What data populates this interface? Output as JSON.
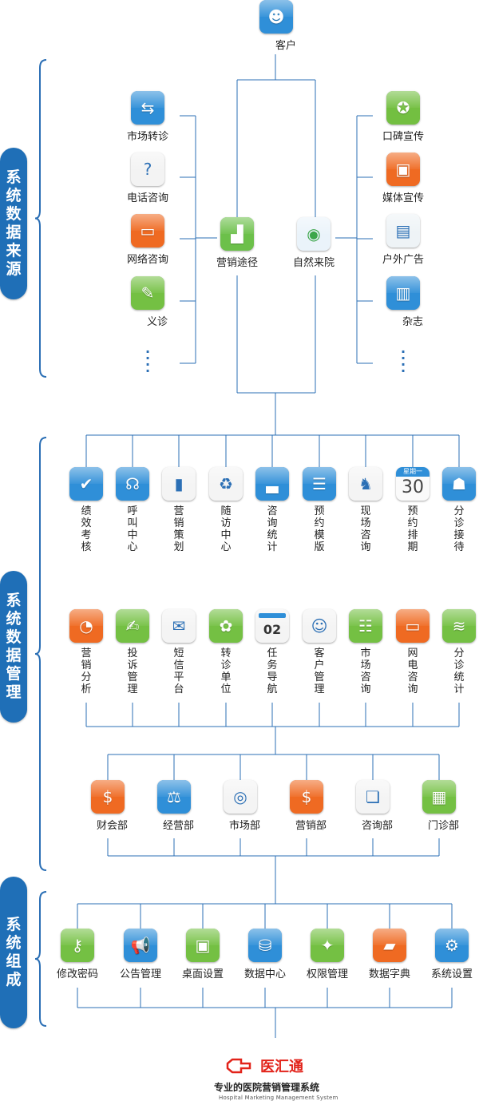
{
  "sections": {
    "data_source": "系统数据来源",
    "data_management": "系统数据管理",
    "composition": "系统组成"
  },
  "customer": {
    "label": "客户",
    "icon": "customer-icon",
    "color": "#2f8fd8"
  },
  "channels": {
    "marketing": {
      "label": "营销途径",
      "icon": "growth-chart-icon",
      "color": "#6cc04a"
    },
    "natural": {
      "label": "自然来院",
      "icon": "globe-icon",
      "color": "#eaf3fa"
    }
  },
  "left_sources": [
    {
      "label": "市场转诊",
      "icon": "signpost-icon",
      "color": "#2f8fd8"
    },
    {
      "label": "电话咨询",
      "icon": "question-person-icon",
      "color": "#f3f3f3"
    },
    {
      "label": "网络咨询",
      "icon": "computer-icon",
      "color": "#ef6a22"
    },
    {
      "label": "义诊",
      "icon": "notepad-icon",
      "color": "#74c043"
    }
  ],
  "right_sources": [
    {
      "label": "口碑宣传",
      "icon": "award-badge-icon",
      "color": "#73bf41"
    },
    {
      "label": "媒体宣传",
      "icon": "media-screen-icon",
      "color": "#ef6a22"
    },
    {
      "label": "户外广告",
      "icon": "billboard-icon",
      "color": "#eef3f6"
    },
    {
      "label": "杂志",
      "icon": "magazine-icon",
      "color": "#2f8fd8"
    }
  ],
  "ellipsis": "⋮",
  "management_row1": [
    {
      "label": "绩效考核",
      "icon": "performance-icon",
      "color": "#2f8fd8"
    },
    {
      "label": "呼叫中心",
      "icon": "headset-icon",
      "color": "#2f8fd8"
    },
    {
      "label": "营销策划",
      "icon": "books-icon",
      "color": "#f4f4f4"
    },
    {
      "label": "随访中心",
      "icon": "recycle-icon",
      "color": "#f4f4f4"
    },
    {
      "label": "咨询统计",
      "icon": "bar-chart-icon",
      "color": "#2f8fd8"
    },
    {
      "label": "预约模版",
      "icon": "template-icon",
      "color": "#2f8fd8"
    },
    {
      "label": "现场咨询",
      "icon": "chair-icon",
      "color": "#f4f4f4"
    },
    {
      "label": "预约排期",
      "icon": "calendar-icon",
      "color": "#f4f4f4"
    },
    {
      "label": "分诊接待",
      "icon": "reception-icon",
      "color": "#2f8fd8"
    }
  ],
  "calendar_tile": {
    "weekday": "星期一",
    "day": "30"
  },
  "management_row2": [
    {
      "label": "营销分析",
      "icon": "pie-chart-icon",
      "color": "#ef6a22"
    },
    {
      "label": "投诉管理",
      "icon": "complaint-icon",
      "color": "#74c043"
    },
    {
      "label": "短信平台",
      "icon": "envelope-icon",
      "color": "#f4f4f4"
    },
    {
      "label": "转诊单位",
      "icon": "palette-icon",
      "color": "#74c043"
    },
    {
      "label": "任务导航",
      "icon": "task-calendar-icon",
      "color": "#f4f4f4"
    },
    {
      "label": "客户管理",
      "icon": "customers-icon",
      "color": "#f4f4f4"
    },
    {
      "label": "市场咨询",
      "icon": "chat-bubble-icon",
      "color": "#74c043"
    },
    {
      "label": "网电咨询",
      "icon": "monitor-icon",
      "color": "#ef6a22"
    },
    {
      "label": "分诊统计",
      "icon": "layers-icon",
      "color": "#74c043"
    }
  ],
  "task_tile": {
    "day": "02"
  },
  "departments": [
    {
      "label": "财会部",
      "icon": "money-icon",
      "color": "#ef6a22"
    },
    {
      "label": "经营部",
      "icon": "scales-icon",
      "color": "#2f8fd8"
    },
    {
      "label": "市场部",
      "icon": "broadcast-icon",
      "color": "#f4f4f4"
    },
    {
      "label": "营销部",
      "icon": "dollar-icon",
      "color": "#ef6a22"
    },
    {
      "label": "咨询部",
      "icon": "chat-icon",
      "color": "#f4f4f4"
    },
    {
      "label": "门诊部",
      "icon": "id-card-icon",
      "color": "#74c043"
    }
  ],
  "components": [
    {
      "label": "修改密码",
      "icon": "key-icon",
      "color": "#74c043"
    },
    {
      "label": "公告管理",
      "icon": "megaphone-icon",
      "color": "#2f8fd8"
    },
    {
      "label": "桌面设置",
      "icon": "desktop-frame-icon",
      "color": "#74c043"
    },
    {
      "label": "数据中心",
      "icon": "data-center-icon",
      "color": "#2f8fd8"
    },
    {
      "label": "权限管理",
      "icon": "permission-icon",
      "color": "#74c043"
    },
    {
      "label": "数据字典",
      "icon": "dictionary-icon",
      "color": "#ef6a22"
    },
    {
      "label": "系统设置",
      "icon": "gears-icon",
      "color": "#2f8fd8"
    }
  ],
  "logo": {
    "brand": "医汇通",
    "slogan": "专业的医院营销管理系统",
    "slogan_en": "Hospital Marketing Management System",
    "color": "#e2231a"
  },
  "line_color": "#2b6fb5"
}
